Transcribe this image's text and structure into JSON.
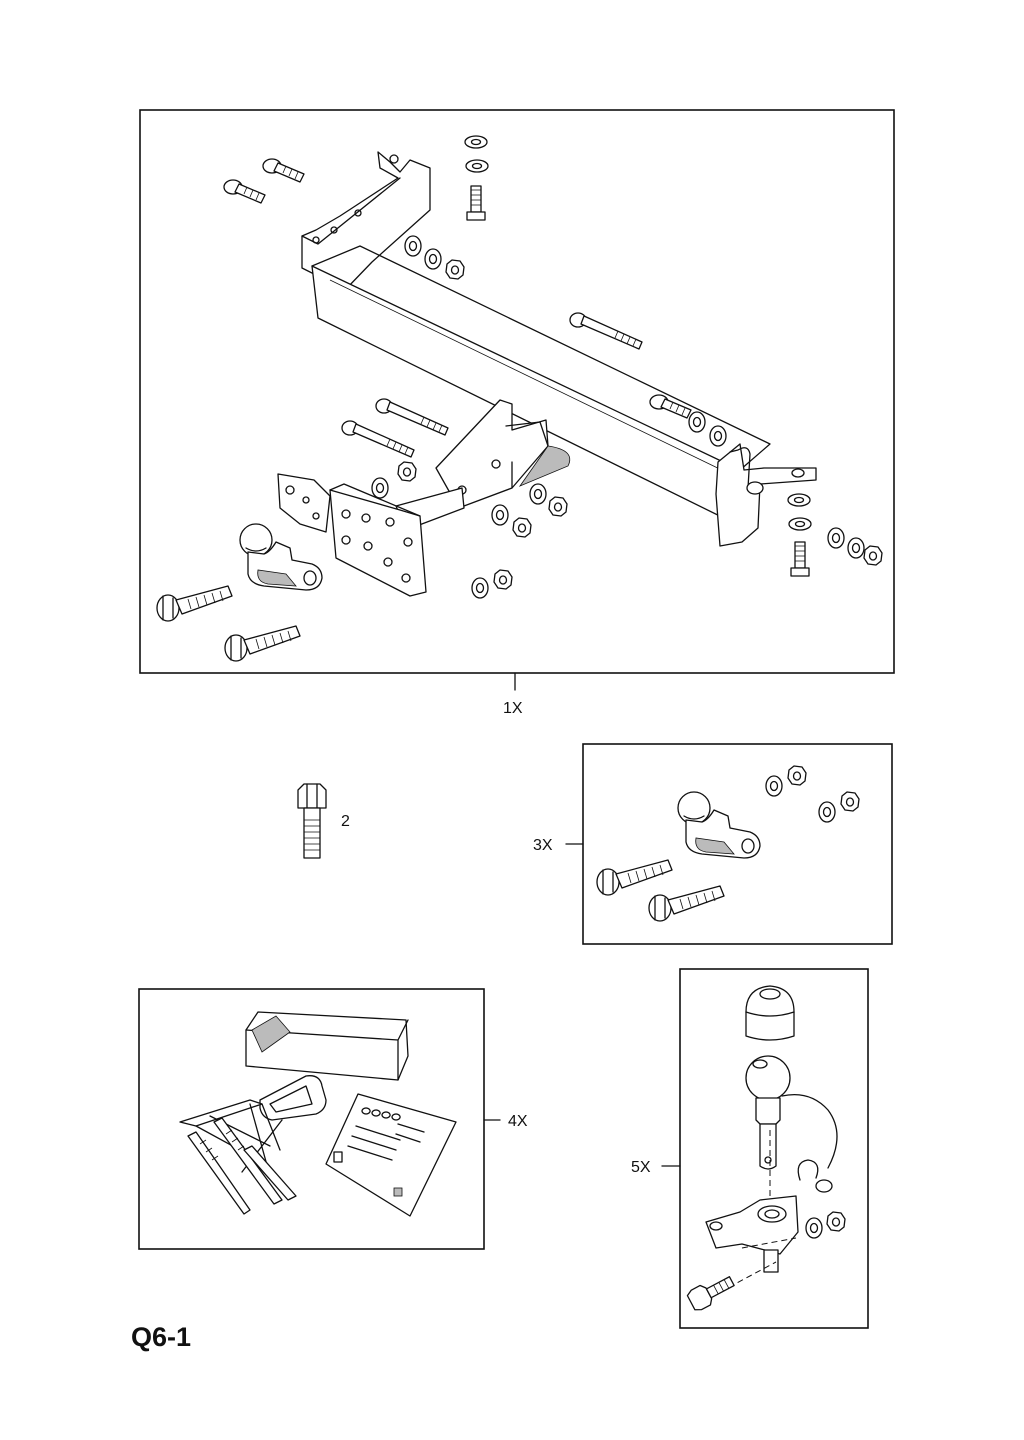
{
  "page": {
    "code": "Q6-1"
  },
  "callouts": {
    "item_1": "1X",
    "item_2": "2",
    "item_3": "3X",
    "item_4": "4X",
    "item_5": "5X"
  }
}
